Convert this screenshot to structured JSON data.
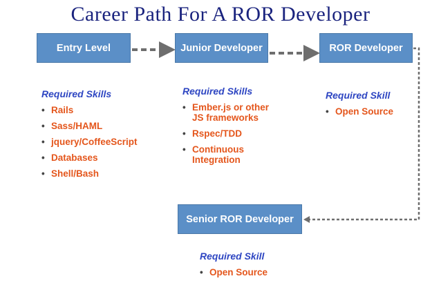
{
  "title": "Career Path For A ROR Developer",
  "nodes": {
    "entry": {
      "label": "Entry Level",
      "skills_heading": "Required Skills",
      "skills": [
        "Rails",
        "Sass/HAML",
        "jquery/CoffeeScript",
        "Databases",
        "Shell/Bash"
      ]
    },
    "junior": {
      "label": "Junior Developer",
      "skills_heading": "Required Skills",
      "skills": [
        "Ember.js or other JS frameworks",
        "Rspec/TDD",
        "Continuous Integration"
      ]
    },
    "ror": {
      "label": "ROR Developer",
      "skills_heading": "Required Skill",
      "skills": [
        "Open Source"
      ]
    },
    "senior": {
      "label": "Senior ROR Developer",
      "skills_heading": "Required Skill",
      "skills": [
        "Open Source"
      ]
    }
  },
  "colors": {
    "title": "#1a237e",
    "box_fill": "#5b8fc7",
    "skills_heading": "#2e46c2",
    "skill_text": "#e4561c",
    "arrow": "#6e6e6e"
  }
}
